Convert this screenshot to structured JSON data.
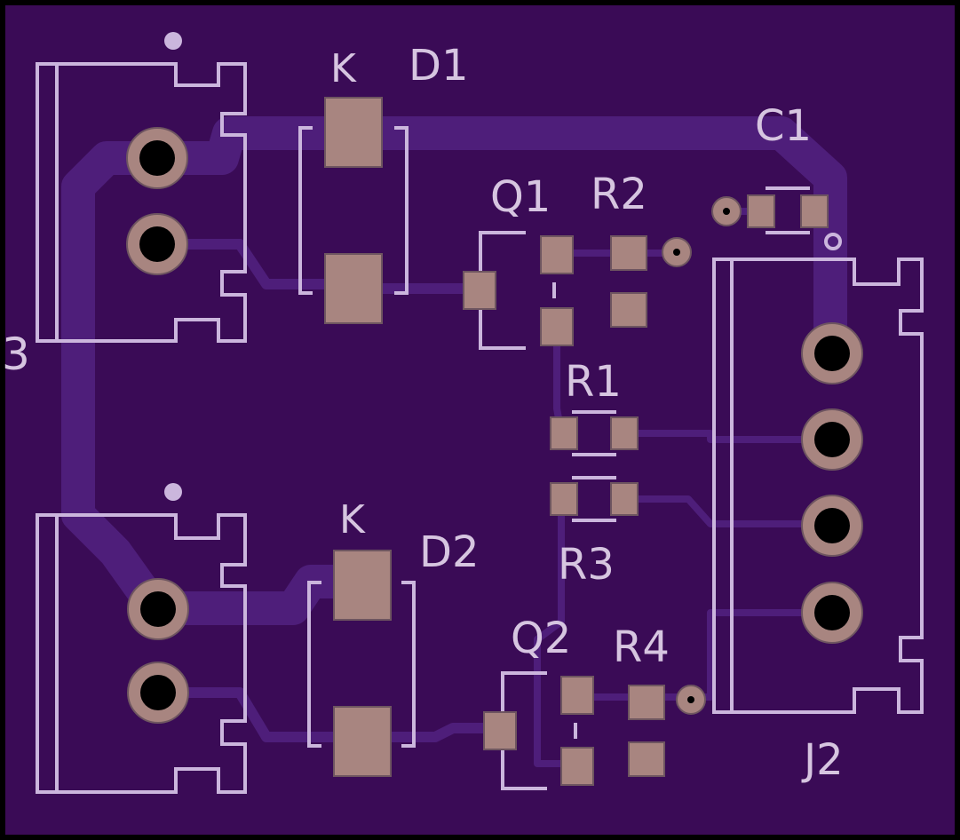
{
  "board": {
    "board_color": "#3a0b56",
    "trace_color": "#4e1e7a",
    "silkscreen_color": "#cbb6dd",
    "pad_color": "#a88580",
    "edge_label": "3"
  },
  "designators": {
    "d1": "D1",
    "d2": "D2",
    "q1": "Q1",
    "q2": "Q2",
    "r1": "R1",
    "r2": "R2",
    "r3": "R3",
    "r4": "R4",
    "c1": "C1",
    "j2": "J2"
  },
  "diode_marker": "K"
}
